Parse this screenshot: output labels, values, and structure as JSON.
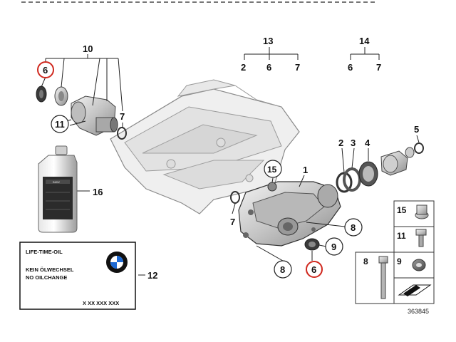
{
  "callouts": {
    "c10": "10",
    "c6_top": "6",
    "c7_top": "7",
    "c11_left": "11",
    "c13": "13",
    "c13_a": "2",
    "c13_b": "6",
    "c13_c": "7",
    "c14": "14",
    "c14_a": "6",
    "c14_b": "7",
    "c1": "1",
    "c2": "2",
    "c3": "3",
    "c4": "4",
    "c5": "5",
    "c15_main": "15",
    "c16": "16",
    "c7_mid": "7",
    "c8_right": "8",
    "c9_main": "9",
    "c8_bottom": "8",
    "c6_bottom": "6",
    "c12": "12"
  },
  "label_box": {
    "line1": "LIFE-TIME-OIL",
    "line2": "KEIN ÖLWECHSEL",
    "line3": "NO OILCHANGE",
    "code": "X XX XXX XXX"
  },
  "legend": {
    "r15": "15",
    "r11": "11",
    "r8": "8",
    "r9": "9"
  },
  "diagram_number": "363845",
  "colors": {
    "highlight_ring": "#d0281e",
    "part_gray": "#c8c8c8",
    "outline": "#333333"
  },
  "icons": [
    "bmw-logo-icon",
    "oil-bottle-icon",
    "torque-arrow-icon"
  ]
}
